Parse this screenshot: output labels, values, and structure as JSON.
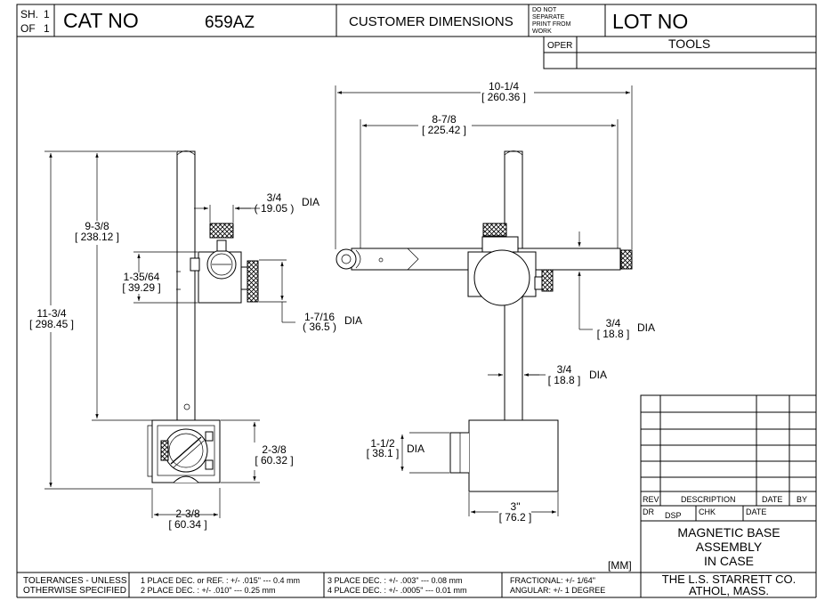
{
  "title_block": {
    "sheet_label_1": "SH.",
    "sheet_num_1": "1",
    "sheet_label_2": "OF",
    "sheet_num_2": "1",
    "cat_no_label": "CAT NO",
    "cat_no_value": "659AZ",
    "customer_dimensions": "CUSTOMER DIMENSIONS",
    "warning_1": "DO NOT",
    "warning_2": "SEPARATE",
    "warning_3": "PRINT FROM",
    "warning_4": "WORK",
    "lot_no_label": "LOT NO",
    "oper_label": "OPER",
    "tools_label": "TOOLS"
  },
  "revision_block": {
    "rev": "REV",
    "description": "DESCRIPTION",
    "date": "DATE",
    "by": "BY",
    "dr": "DR",
    "dr_value": "DSP",
    "chk": "CHK",
    "date2": "DATE",
    "part_name_1": "MAGNETIC BASE",
    "part_name_2": "ASSEMBLY",
    "part_name_3": "IN CASE",
    "company_1": "THE L.S. STARRETT CO.",
    "company_2": "ATHOL, MASS."
  },
  "units_note": "[MM]",
  "tolerances": {
    "label_1": "TOLERANCES - UNLESS",
    "label_2": "OTHERWISE SPECIFIED",
    "one_place": "1 PLACE DEC. or REF. :  +/- .015\" --- 0.4 mm",
    "two_place": "2 PLACE DEC. :  +/- .010\" --- 0.25 mm",
    "three_place": "3 PLACE DEC. :  +/- .003\" --- 0.08 mm",
    "four_place": "4 PLACE DEC. :  +/- .0005\" --- 0.01 mm",
    "fractional": "FRACTIONAL: +/- 1/64\"",
    "angular": "ANGULAR:  +/- 1 DEGREE"
  },
  "left_view_dims": {
    "overall_height_in": "11-3/4",
    "overall_height_mm": "[ 298.45 ]",
    "rod_height_in": "9-3/8",
    "rod_height_mm": "[ 238.12 ]",
    "clamp_height_in": "1-35/64",
    "clamp_height_mm": "[ 39.29 ]",
    "knob_dia_in": "3/4",
    "knob_dia_mm": "( 19.05 )",
    "knob_dia_suffix": "DIA",
    "clamp_dia_in": "1-7/16",
    "clamp_dia_mm": "( 36.5 )",
    "clamp_dia_suffix": "DIA",
    "base_height_in": "2-3/8",
    "base_height_mm": "[ 60.32 ]",
    "base_width_in": "2-3/8",
    "base_width_mm": "[ 60.34 ]"
  },
  "right_view_dims": {
    "overall_width_in": "10-1/4",
    "overall_width_mm": "[ 260.36 ]",
    "arm_width_in": "8-7/8",
    "arm_width_mm": "[ 225.42 ]",
    "arm_dia_in": "3/4",
    "arm_dia_mm": "[ 18.8 ]",
    "arm_dia_suffix": "DIA",
    "rod_dia_in": "3/4",
    "rod_dia_mm": "[ 18.8 ]",
    "rod_dia_suffix": "DIA",
    "base_dia_in": "1-1/2",
    "base_dia_mm": "[ 38.1 ]",
    "base_dia_suffix": "DIA",
    "base_width_in": "3\"",
    "base_width_mm": "[ 76.2 ]"
  }
}
